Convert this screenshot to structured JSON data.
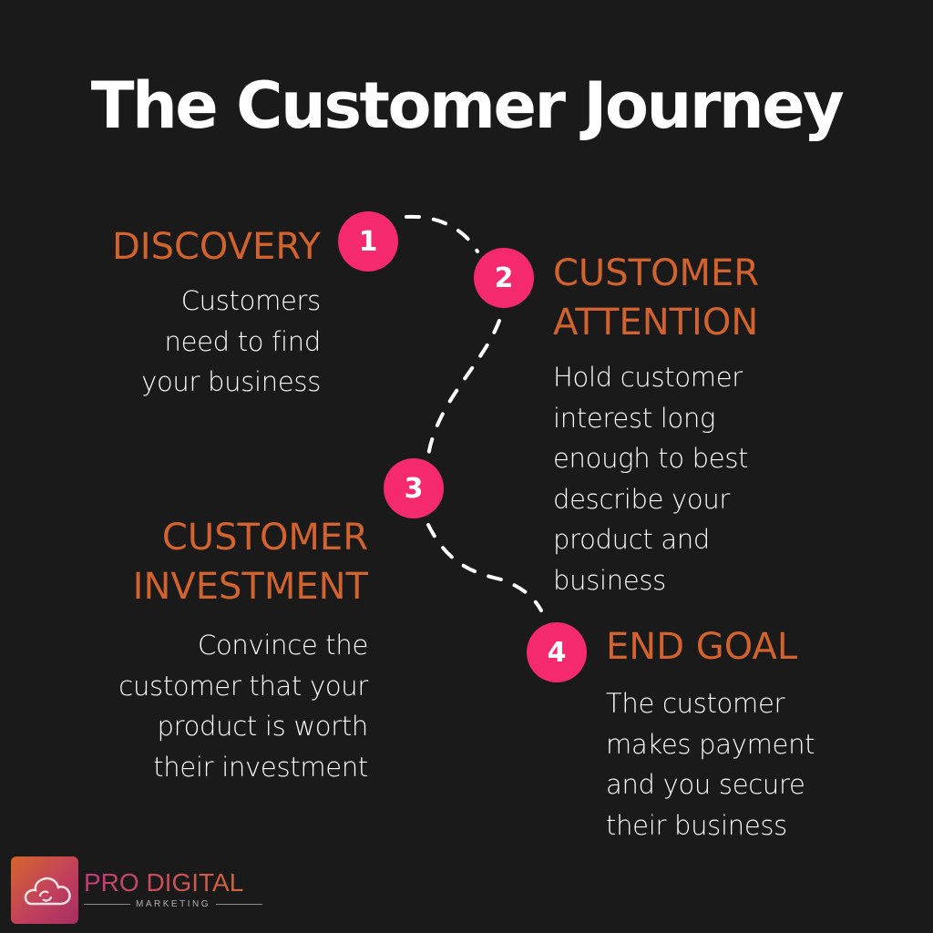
{
  "title": "The Customer Journey",
  "colors": {
    "background": "#1b1a1b",
    "accent": "#f52a6e",
    "heading": "#d2622e",
    "text": "#ffffff"
  },
  "steps": [
    {
      "number": "1",
      "heading": [
        "DISCOVERY"
      ],
      "body": [
        "Customers",
        "need to find",
        "your business"
      ]
    },
    {
      "number": "2",
      "heading": [
        "CUSTOMER",
        "ATTENTION"
      ],
      "body": [
        "Hold customer",
        "interest long",
        "enough to best",
        "describe your",
        "product and",
        "business"
      ]
    },
    {
      "number": "3",
      "heading": [
        "CUSTOMER",
        "INVESTMENT"
      ],
      "body": [
        "Convince the",
        "customer that your",
        "product is worth",
        "their investment"
      ]
    },
    {
      "number": "4",
      "heading": [
        "END GOAL"
      ],
      "body": [
        "The customer",
        "makes payment",
        "and you secure",
        "their business"
      ]
    }
  ],
  "logo": {
    "icon": "cloud-sync-icon",
    "name": "PRO DIGITAL",
    "tagline": "MARKETING"
  }
}
